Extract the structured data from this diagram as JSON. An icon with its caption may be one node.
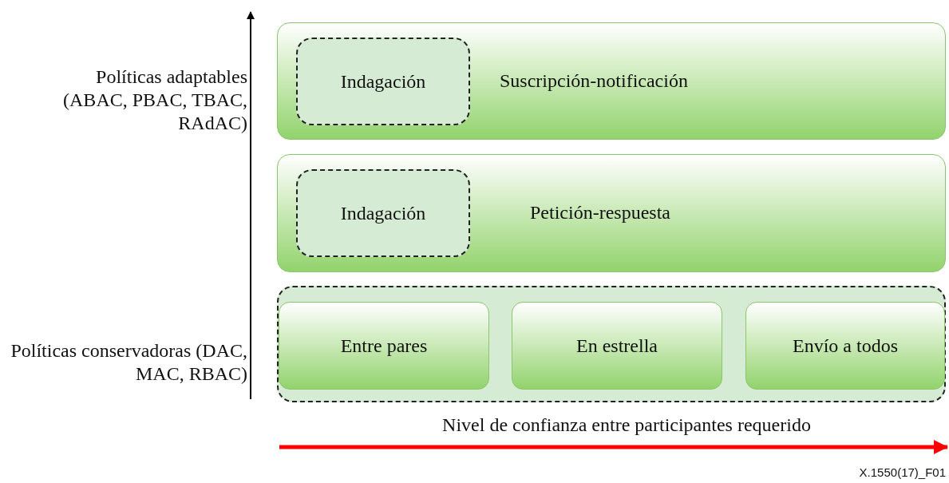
{
  "diagram": {
    "nodes": [
      {
        "text": [
          "Suscripción-notificación"
        ]
      },
      {
        "text": [
          "Indagación"
        ],
        "in": 0
      },
      {
        "text": [
          "Petición-respuesta"
        ]
      },
      {
        "text": [
          "Indagación"
        ],
        "in": 2
      },
      {
        "text": [],
        "shape": "box"
      },
      {
        "text": [
          "Entre pares"
        ],
        "in": 4
      },
      {
        "text": [
          "En estrella"
        ],
        "in": 4
      },
      {
        "text": [
          "Envío a todos"
        ],
        "in": 4
      }
    ],
    "edges": [],
    "labels": [
      "Políticas adaptables (ABAC, PBAC, TBAC, RAdAC)",
      "Políticas conservadoras (DAC, MAC, RBAC)",
      "Nivel de confianza entre participantes requerido",
      "X.1550(17)_F01"
    ]
  }
}
